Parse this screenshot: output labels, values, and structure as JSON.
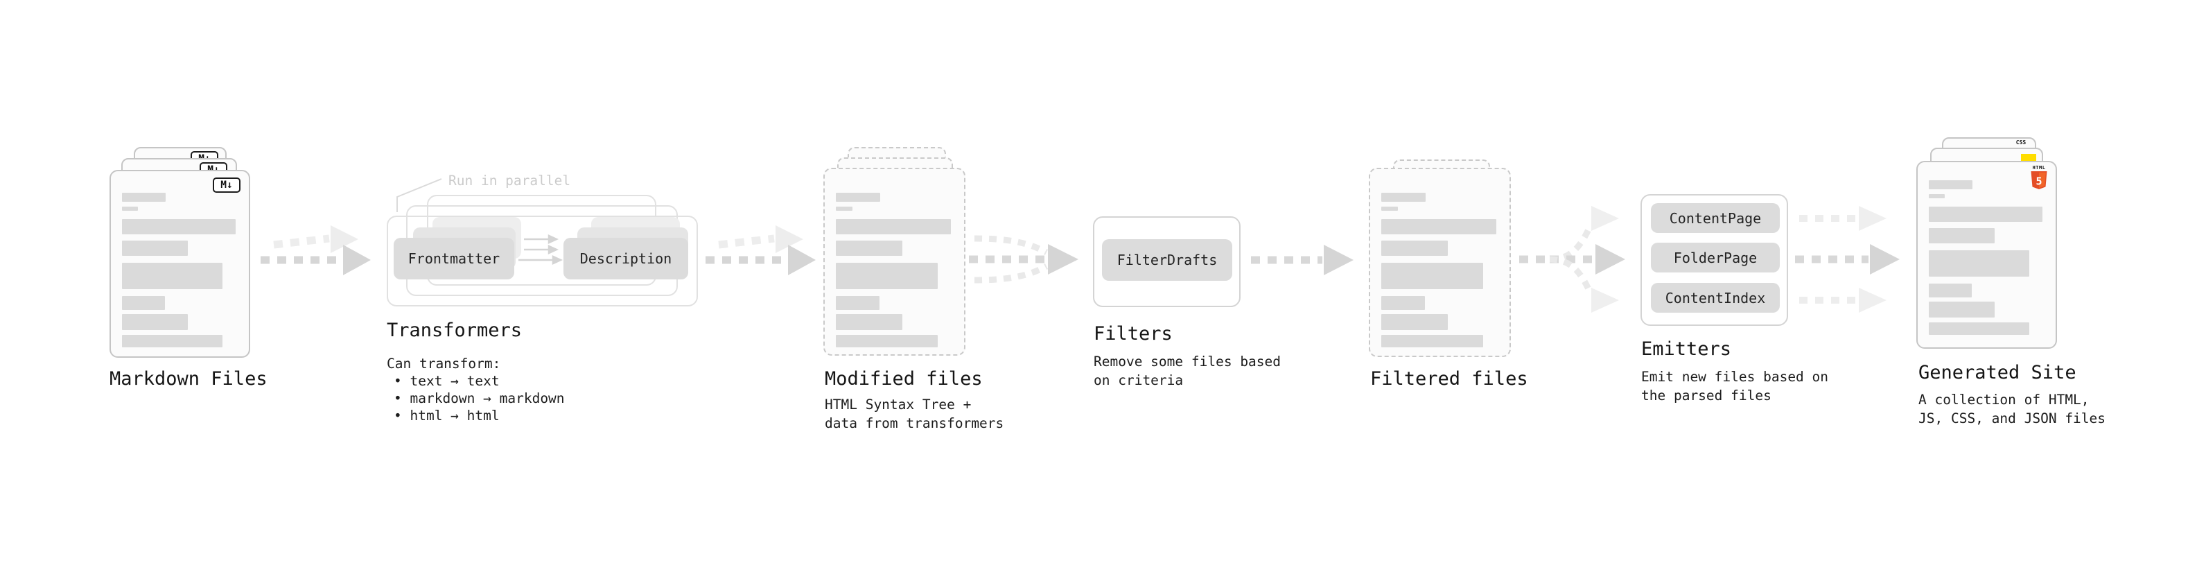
{
  "diagram": {
    "run_in_parallel": "Run in parallel",
    "markdown": {
      "label": "Markdown Files",
      "badge": "M↓"
    },
    "transformers": {
      "label": "Transformers",
      "boxes": [
        "Frontmatter",
        "Description"
      ],
      "note_title": "Can transform:",
      "bullets": [
        "• text → text",
        "• markdown → markdown",
        "• html → html"
      ]
    },
    "modified": {
      "label": "Modified files",
      "description": "HTML Syntax Tree +\ndata from transformers"
    },
    "filters": {
      "label": "Filters",
      "box": "FilterDrafts",
      "description": "Remove some files based\non criteria"
    },
    "filtered": {
      "label": "Filtered files"
    },
    "emitters": {
      "label": "Emitters",
      "boxes": [
        "ContentPage",
        "FolderPage",
        "ContentIndex"
      ],
      "description": "Emit new files based on\nthe parsed files"
    },
    "generated": {
      "label": "Generated Site",
      "description": "A collection of HTML,\nJS, CSS, and JSON files",
      "badges": {
        "html_label": "HTML",
        "html_number": "5",
        "css": "CSS"
      }
    },
    "colors": {
      "html5_orange": "#e44d26",
      "html5_orange_light": "#f16529",
      "js_yellow": "#ffdd00",
      "css_blue": "#2563eb",
      "bar_gray": "#dadada",
      "box_gray": "#dcdcdc",
      "arrow_gray": "#d5d5d5",
      "arrow_light": "#ececec"
    }
  }
}
